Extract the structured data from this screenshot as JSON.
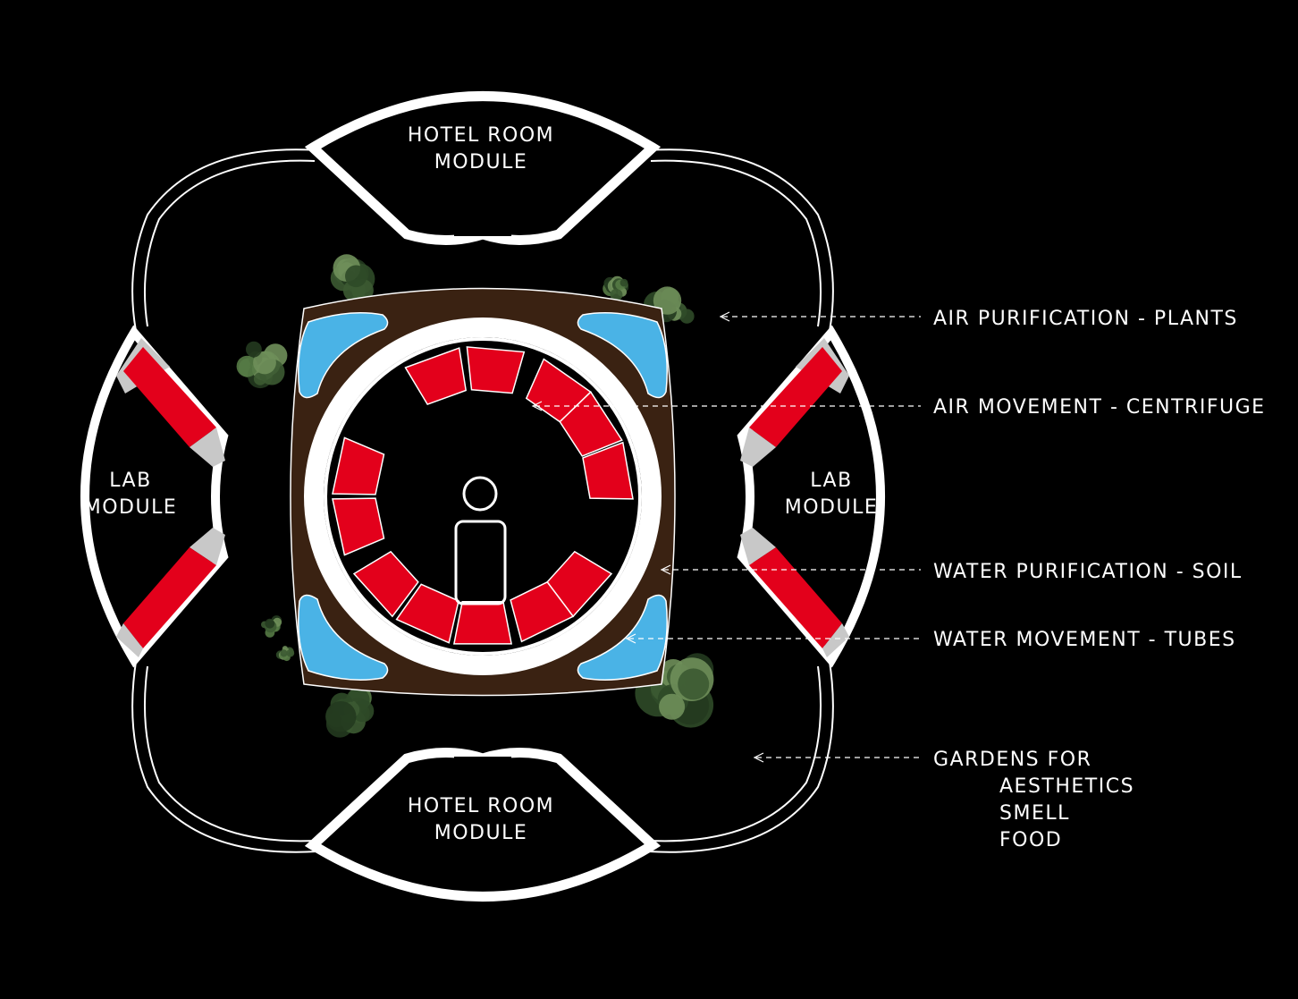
{
  "modules": {
    "hotel_top": [
      "HOTEL ROOM",
      "MODULE"
    ],
    "hotel_bottom": [
      "HOTEL ROOM",
      "MODULE"
    ],
    "lab_left": [
      "LAB",
      "MODULE"
    ],
    "lab_right": [
      "LAB",
      "MODULE"
    ]
  },
  "annotations": {
    "air_purification": "AIR PURIFICATION - PLANTS",
    "air_movement": "AIR MOVEMENT - CENTRIFUGE",
    "water_purification": "WATER PURIFICATION - SOIL",
    "water_movement": "WATER MOVEMENT - TUBES",
    "gardens": [
      "GARDENS FOR",
      "AESTHETICS",
      "SMELL",
      "FOOD"
    ]
  },
  "colors": {
    "background": "#000000",
    "lines": "#ffffff",
    "soil": "#3a2212",
    "water_tanks": "#4ab3e6",
    "beds": "#e3001b",
    "bed_ends": "#c8c8c8",
    "plants": "#3c5a32"
  },
  "icons": {
    "person": "person-icon",
    "plant": "plant-icon"
  }
}
